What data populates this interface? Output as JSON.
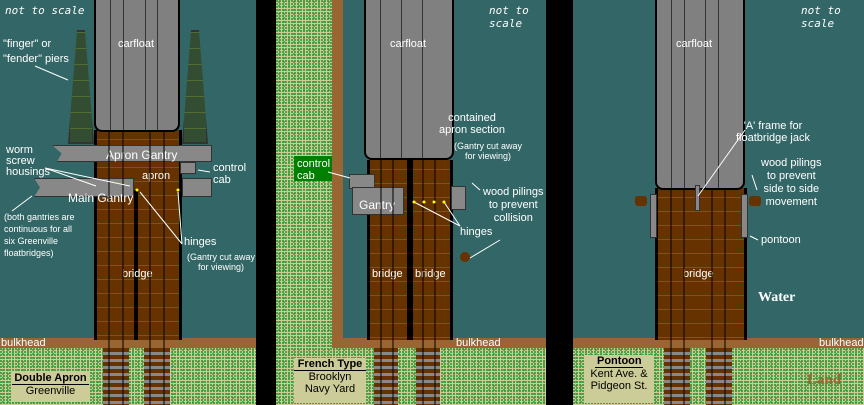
{
  "panels": [
    {
      "id": "double-apron",
      "not_to_scale": "not to scale",
      "carfloat_label": "carfloat",
      "labels": {
        "finger_piers": [
          "\"finger\" or",
          "\"fender\" piers"
        ],
        "worm_screw": [
          "worm",
          "screw",
          "housings"
        ],
        "apron_gantry": "Apron Gantry",
        "apron": "apron",
        "control_cab": [
          "control",
          "cab"
        ],
        "main_gantry": "Main Gantry",
        "note": [
          "(both gantries are",
          "continuous for all",
          "six  Greenville",
          "floatbridges)"
        ],
        "hinges": "hinges",
        "gantry_cutaway": [
          "(Gantry cut away",
          "for viewing)"
        ],
        "bridge": "bridge",
        "bulkhead": "bulkhead"
      },
      "caption": {
        "title": "Double Apron",
        "subtitle": [
          "Greenville"
        ]
      }
    },
    {
      "id": "french-type",
      "not_to_scale": "not to scale",
      "carfloat_label": "carfloat",
      "labels": {
        "contained_apron": [
          "contained",
          "apron section"
        ],
        "gantry_cutaway": [
          "(Gantry cut away",
          "for viewing)"
        ],
        "control_cab": [
          "control",
          "cab"
        ],
        "gantry": "Gantry",
        "wood_pilings": [
          "wood pilings",
          "to prevent",
          "collision"
        ],
        "hinges": "hinges",
        "bridge_left": "bridge",
        "bridge_right": "bridge",
        "bulkhead": "bulkhead"
      },
      "caption": {
        "title": "French Type",
        "subtitle": [
          "Brooklyn",
          "Navy Yard"
        ]
      }
    },
    {
      "id": "pontoon",
      "not_to_scale": "not to scale",
      "carfloat_label": "carfloat",
      "labels": {
        "a_frame": [
          "'A' frame for",
          "floatbridge jack"
        ],
        "wood_pilings": [
          "wood pilings",
          "to prevent",
          "side to side",
          "movement"
        ],
        "pontoon": "pontoon",
        "bridge": "bridge",
        "water": "Water",
        "land": "Land",
        "bulkhead": "bulkhead"
      },
      "caption": {
        "title": "Pontoon",
        "subtitle": [
          "Kent Ave. &",
          "Pidgeon St."
        ]
      }
    }
  ],
  "colors": {
    "water": "#336666",
    "land": "#cccc99",
    "bulkhead": "#996633",
    "bridge": "#663300",
    "carfloat": "#808080",
    "control_cab_box": "#008000",
    "hinge": "#ffff00"
  }
}
